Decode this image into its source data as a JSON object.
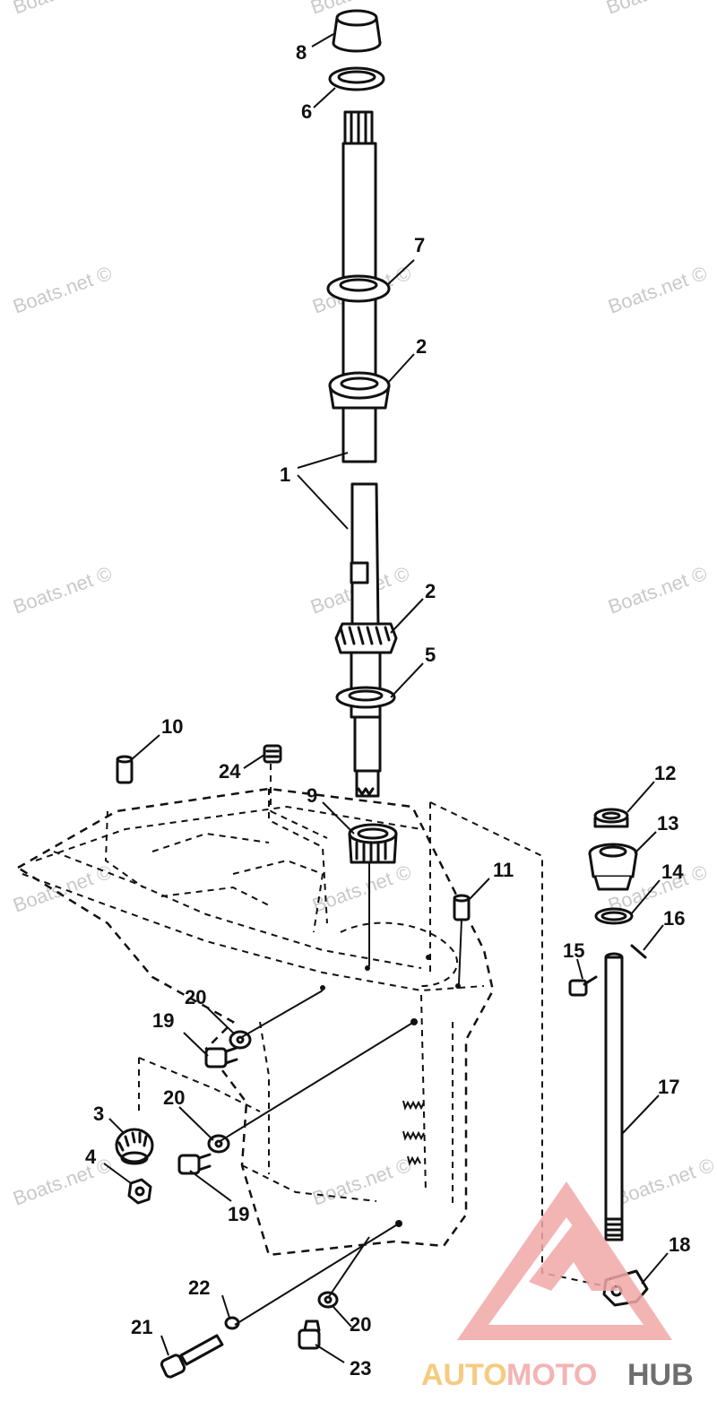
{
  "parts": [
    {
      "number": "1"
    },
    {
      "number": "2"
    },
    {
      "number": "2"
    },
    {
      "number": "3"
    },
    {
      "number": "4"
    },
    {
      "number": "5"
    },
    {
      "number": "6"
    },
    {
      "number": "7"
    },
    {
      "number": "8"
    },
    {
      "number": "9"
    },
    {
      "number": "10"
    },
    {
      "number": "11"
    },
    {
      "number": "12"
    },
    {
      "number": "13"
    },
    {
      "number": "14"
    },
    {
      "number": "15"
    },
    {
      "number": "16"
    },
    {
      "number": "17"
    },
    {
      "number": "18"
    },
    {
      "number": "19"
    },
    {
      "number": "19"
    },
    {
      "number": "20"
    },
    {
      "number": "20"
    },
    {
      "number": "20"
    },
    {
      "number": "21"
    },
    {
      "number": "22"
    },
    {
      "number": "23"
    },
    {
      "number": "24"
    }
  ],
  "watermark": "Boats.net ©",
  "logo": {
    "text_auto": "AUTO",
    "text_moto": "MOTO",
    "text_hub": "HUB",
    "color_primary": "#f2a8a8",
    "color_accent": "#f5c26b",
    "color_dark": "#444444"
  }
}
